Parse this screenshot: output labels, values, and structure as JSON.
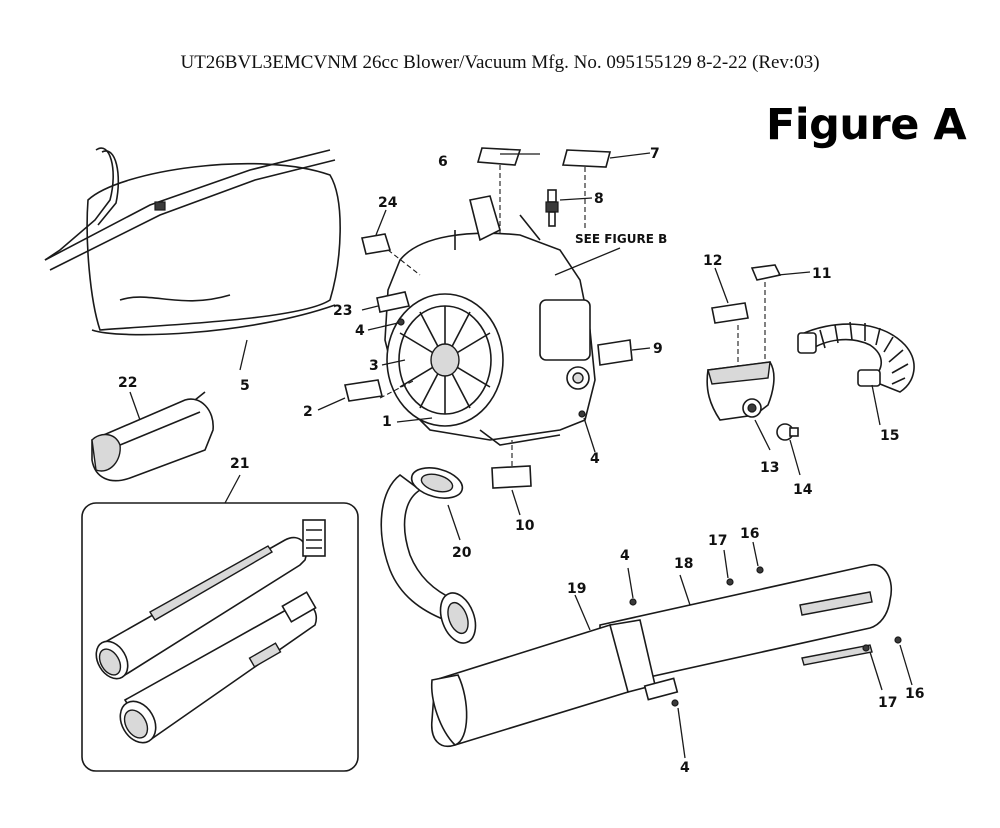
{
  "header": {
    "title": "UT26BVL3EMCVNM 26cc Blower/Vacuum Mfg. No. 095155129 8-2-22 (Rev:03)",
    "figure": "Figure A"
  },
  "note": "SEE FIGURE B",
  "callouts": [
    "1",
    "2",
    "3",
    "4",
    "5",
    "6",
    "7",
    "8",
    "9",
    "10",
    "11",
    "12",
    "13",
    "14",
    "15",
    "16",
    "17",
    "18",
    "19",
    "20",
    "21",
    "22",
    "23",
    "24"
  ]
}
